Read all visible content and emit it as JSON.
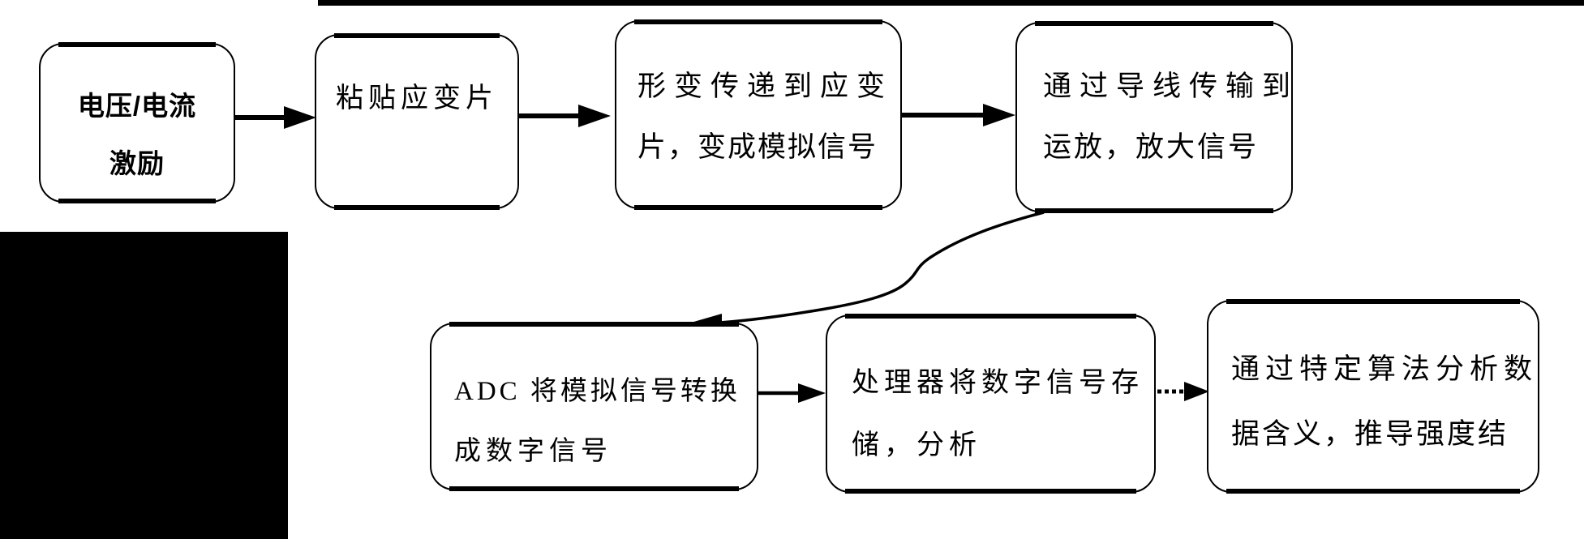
{
  "figure": {
    "type": "flowchart",
    "background_color": "#ffffff",
    "ink_color": "#000000",
    "boxes": [
      {
        "id": "excitation",
        "lines": [
          "电压/电流",
          "激励"
        ]
      },
      {
        "id": "paste-gauge",
        "lines": [
          "粘贴应变片"
        ]
      },
      {
        "id": "deform-signal",
        "lines": [
          "形变传递到应变",
          "片，变成模拟信号"
        ]
      },
      {
        "id": "wire-opamp",
        "lines": [
          "通过导线传输到",
          "运放，放大信号"
        ]
      },
      {
        "id": "adc-convert",
        "lines": [
          "ADC 将模拟信号转换",
          "成数字信号"
        ]
      },
      {
        "id": "processor-store",
        "lines": [
          "处理器将数字信号存",
          "储，分析"
        ]
      },
      {
        "id": "algorithm",
        "lines": [
          "通过特定算法分析数",
          "据含义，推导强度结"
        ]
      }
    ],
    "connectors": [
      {
        "id": "excitation-to-paste",
        "style": "solid-arrow"
      },
      {
        "id": "paste-to-deform",
        "style": "solid-arrow"
      },
      {
        "id": "deform-to-wire",
        "style": "solid-arrow"
      },
      {
        "id": "wire-to-adc",
        "style": "curved-arrow"
      },
      {
        "id": "adc-to-processor",
        "style": "solid-arrow"
      },
      {
        "id": "processor-to-algorithm",
        "style": "dotted-arrow"
      }
    ],
    "decorations": {
      "top_rule": true,
      "redaction_block": true
    }
  }
}
